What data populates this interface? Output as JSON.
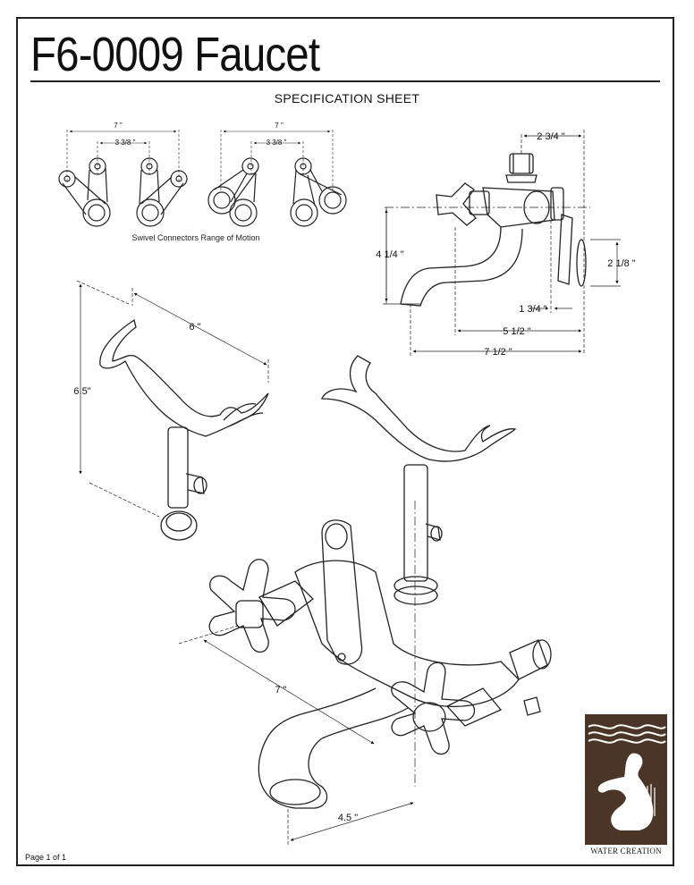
{
  "document": {
    "title": "F6-0009 Faucet",
    "subtitle": "SPECIFICATION SHEET",
    "page_indicator": "Page 1 of 1"
  },
  "swivel_diagram": {
    "caption": "Swivel Connectors Range of Motion",
    "left": {
      "outer_dim": "7 \"",
      "inner_dim": "3 3/8 \""
    },
    "right": {
      "outer_dim": "7 \"",
      "inner_dim": "3 3/8 \""
    }
  },
  "side_view": {
    "dim_top": "2 3/4 \"",
    "dim_height": "4 1/4 \"",
    "dim_handle": "2 1/8 \"",
    "dim_a": "1 3/4 \"",
    "dim_b": "5 1/2 \"",
    "dim_c": "7 1/2 \""
  },
  "cradle_view": {
    "dim_width": "6 \"",
    "dim_height": "6.5\""
  },
  "main_view": {
    "dim_spread": "7 \"",
    "dim_spout": "4.5 \""
  },
  "logo": {
    "brand_text": "WATER CREATION",
    "colors": {
      "background": "#4a3527",
      "figure": "#ffffff"
    }
  }
}
